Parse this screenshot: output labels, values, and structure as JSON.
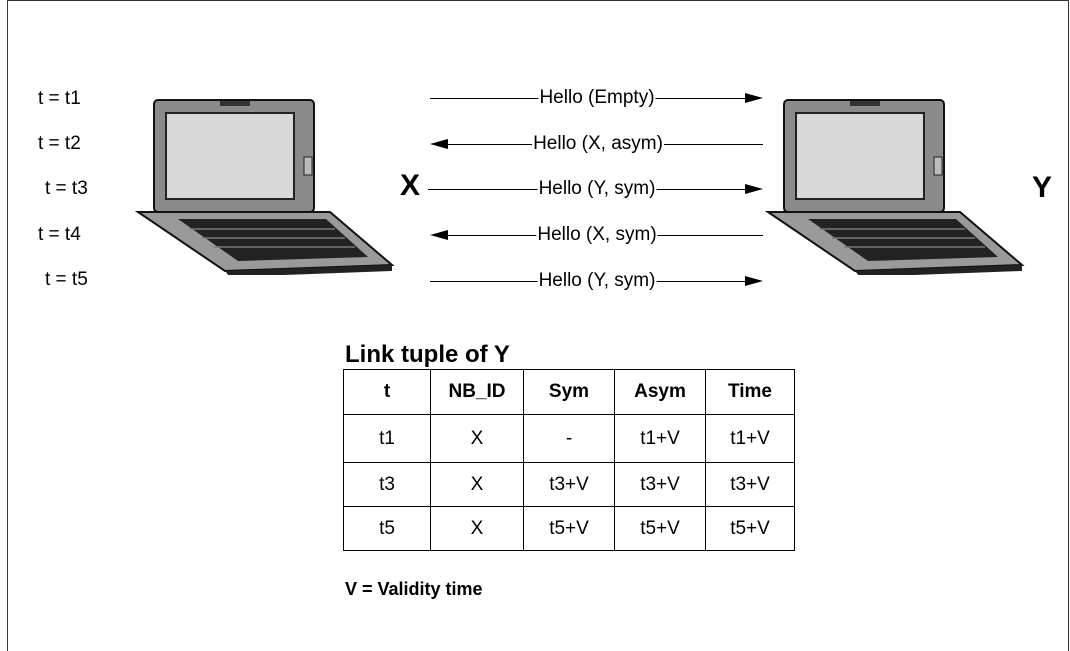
{
  "diagram": {
    "time_labels": [
      "t = t1",
      "t = t2",
      "t = t3",
      "t = t4",
      "t = t5"
    ],
    "node_x": "X",
    "node_y": "Y",
    "messages": [
      {
        "text": "Hello (Empty)",
        "direction": "right"
      },
      {
        "text": "Hello (X, asym)",
        "direction": "left"
      },
      {
        "text": "Hello (Y, sym)",
        "direction": "right"
      },
      {
        "text": "Hello (X, sym)",
        "direction": "left"
      },
      {
        "text": "Hello (Y, sym)",
        "direction": "right"
      }
    ]
  },
  "link_table": {
    "title": "Link tuple of Y",
    "headers": [
      "t",
      "NB_ID",
      "Sym",
      "Asym",
      "Time"
    ],
    "rows": [
      [
        "t1",
        "X",
        "-",
        "t1+V",
        "t1+V"
      ],
      [
        "t3",
        "X",
        "t3+V",
        "t3+V",
        "t3+V"
      ],
      [
        "t5",
        "X",
        "t5+V",
        "t5+V",
        "t5+V"
      ]
    ]
  },
  "footnote": "V = Validity time",
  "icons": {
    "left_device": "laptop-icon",
    "right_device": "laptop-icon"
  }
}
